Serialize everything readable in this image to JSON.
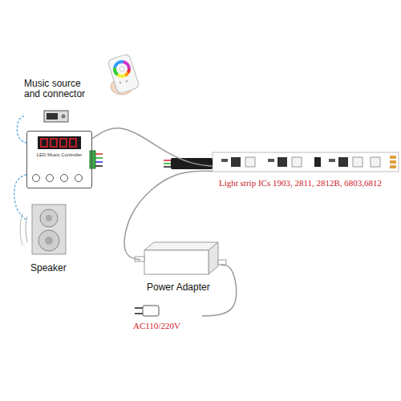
{
  "diagram": {
    "nodes": [
      {
        "text": [
          "Music source and connector"
        ]
      },
      {
        "text": [
          "LED Music Controller"
        ]
      },
      {
        "text": [
          "Speaker"
        ]
      },
      {
        "text": [
          "Light strip ICs 1903, 2811, 2812B, 6803,6812"
        ]
      },
      {
        "text": [
          "Power Adapter"
        ]
      },
      {
        "text": [
          "AC110/220V"
        ]
      }
    ],
    "edges": [
      {
        "from": 0,
        "to": 1,
        "arrow": "none"
      },
      {
        "from": 1,
        "to": 2,
        "arrow": "none"
      },
      {
        "from": 1,
        "to": 3,
        "arrow": "none"
      },
      {
        "from": 4,
        "to": 3,
        "arrow": "none"
      },
      {
        "from": 5,
        "to": 4,
        "arrow": "none"
      }
    ]
  }
}
